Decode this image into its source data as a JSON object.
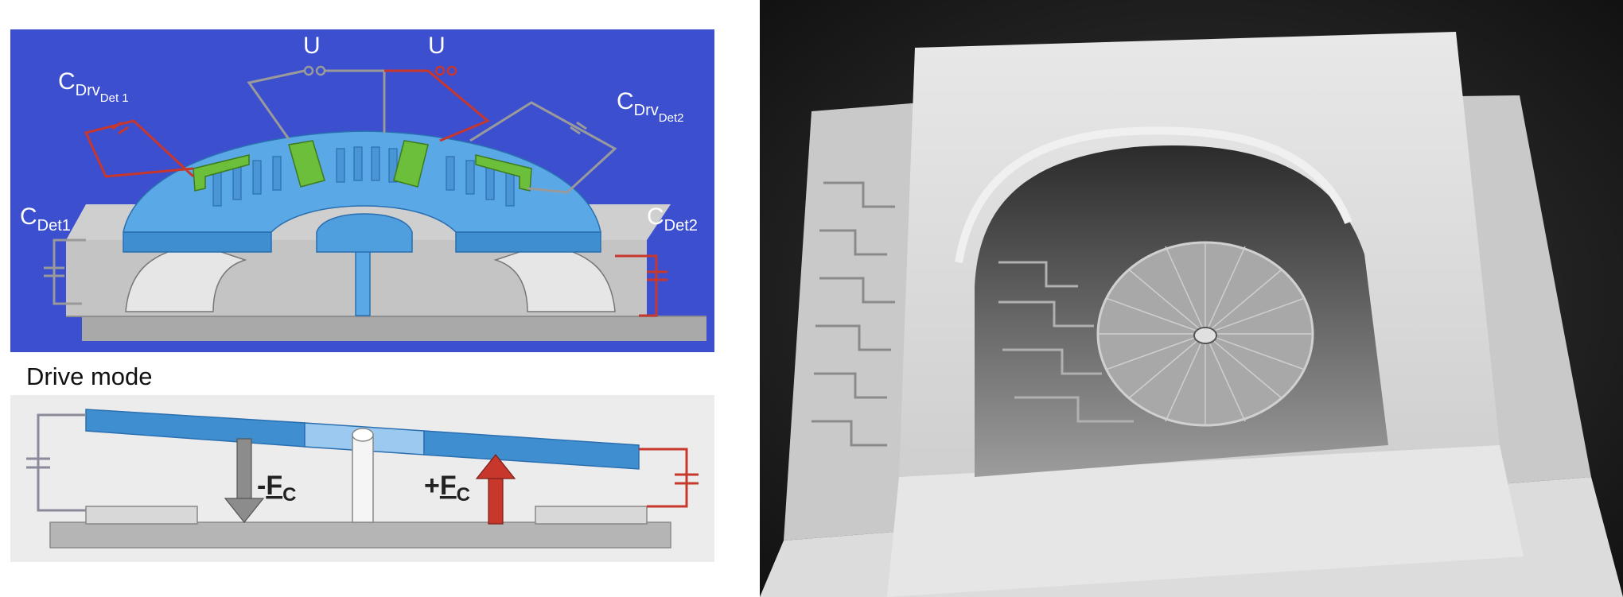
{
  "top_diagram": {
    "voltage_left": "U",
    "voltage_right": "U",
    "c_drv_det1": {
      "main": "C",
      "sub": "Drv",
      "subsub": "Det 1"
    },
    "c_drv_det2": {
      "main": "C",
      "sub": "Drv",
      "subsub": "Det2"
    },
    "c_det1": {
      "main": "C",
      "sub": "Det1"
    },
    "c_det2": {
      "main": "C",
      "sub": "Det2"
    }
  },
  "bottom_diagram": {
    "caption": "Drive mode",
    "force_neg": {
      "sign": "-",
      "letter": "F",
      "sub": "C"
    },
    "force_pos": {
      "sign": "+",
      "letter": "F",
      "sub": "C"
    }
  },
  "colors": {
    "panel_blue": "#3b4fcf",
    "gyro_blue": "#5aa9e6",
    "electrode_green": "#6cbf3a",
    "wire_red": "#c8372c",
    "wire_gray": "#9a9a9a",
    "bottom_bg": "#ececec"
  }
}
